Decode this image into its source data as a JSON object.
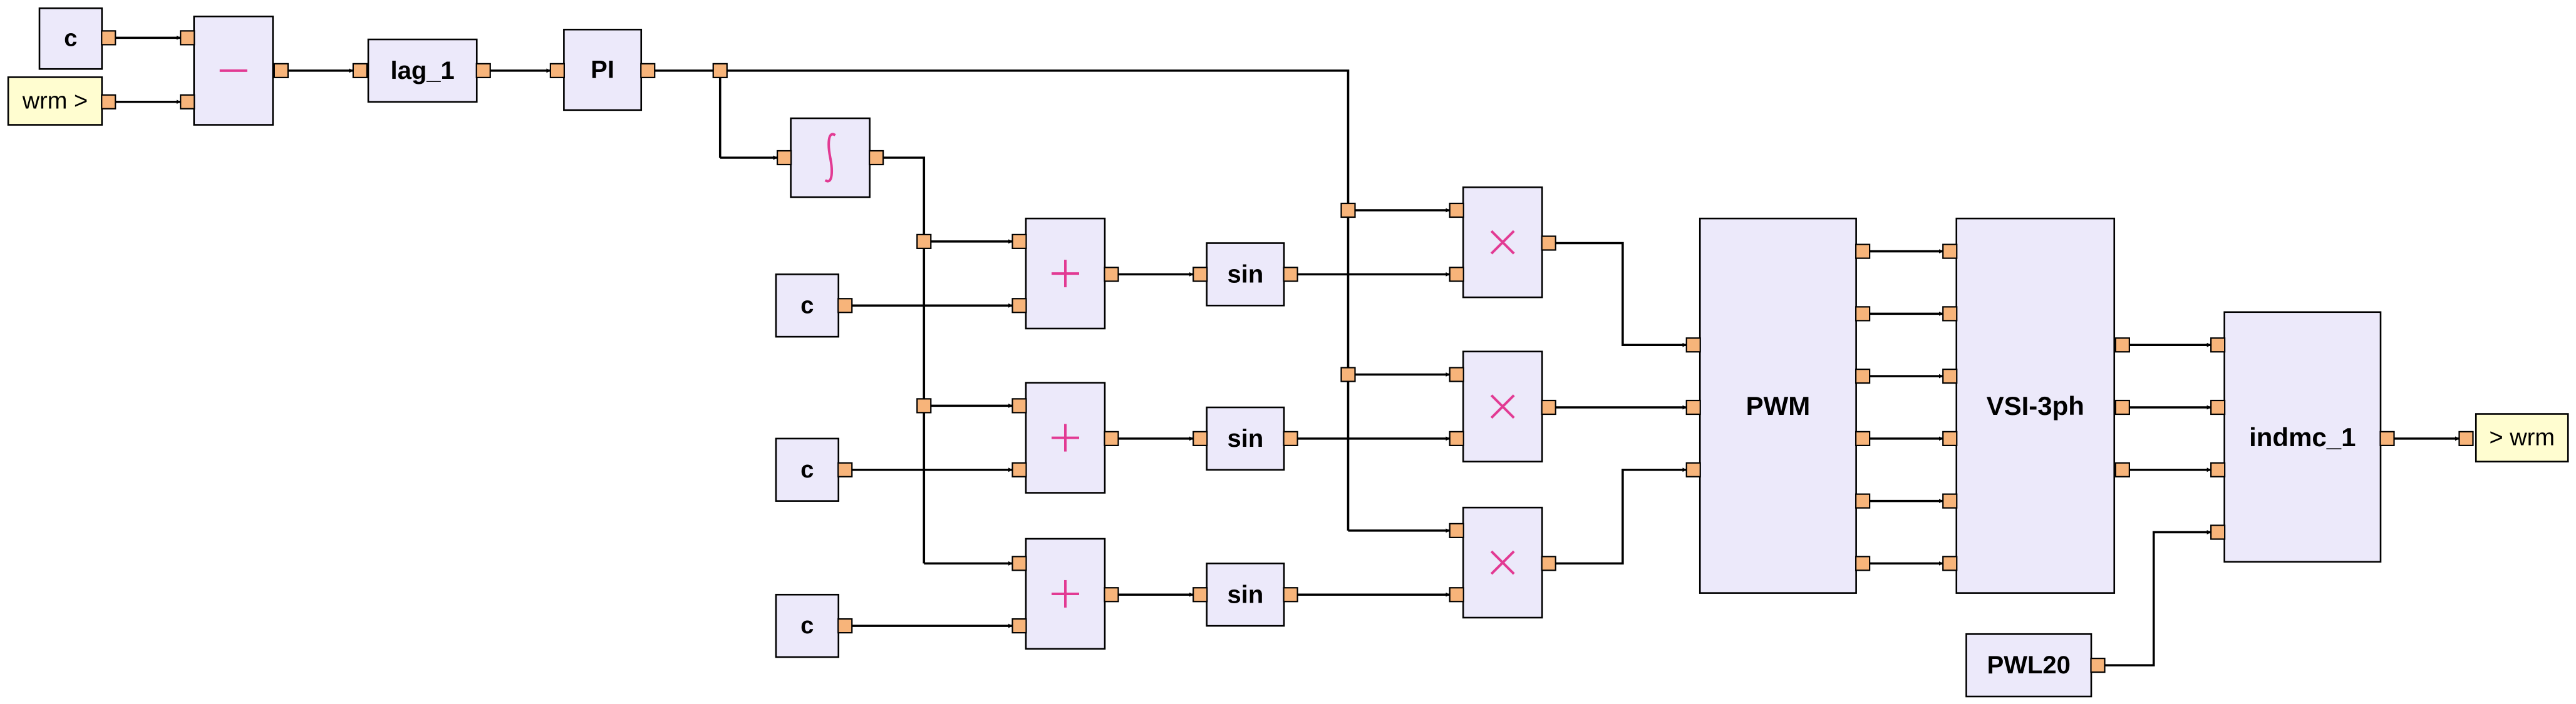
{
  "diagram": {
    "inputs": {
      "wrm_in": "wrm >"
    },
    "outputs": {
      "wrm_out": "> wrm"
    },
    "blocks": {
      "c_top": "c",
      "lag": "lag_1",
      "pi": "PI",
      "c1": "c",
      "c2": "c",
      "c3": "c",
      "sin1": "sin",
      "sin2": "sin",
      "sin3": "sin",
      "pwm": "PWM",
      "vsi": "VSI-3ph",
      "motor": "indmc_1",
      "pwl": "PWL20"
    }
  },
  "colors": {
    "block_fill": "#ece9fa",
    "io_fill": "#fffdd0",
    "port_fill": "#f7b47a",
    "operator_symbol": "#e23a93"
  }
}
